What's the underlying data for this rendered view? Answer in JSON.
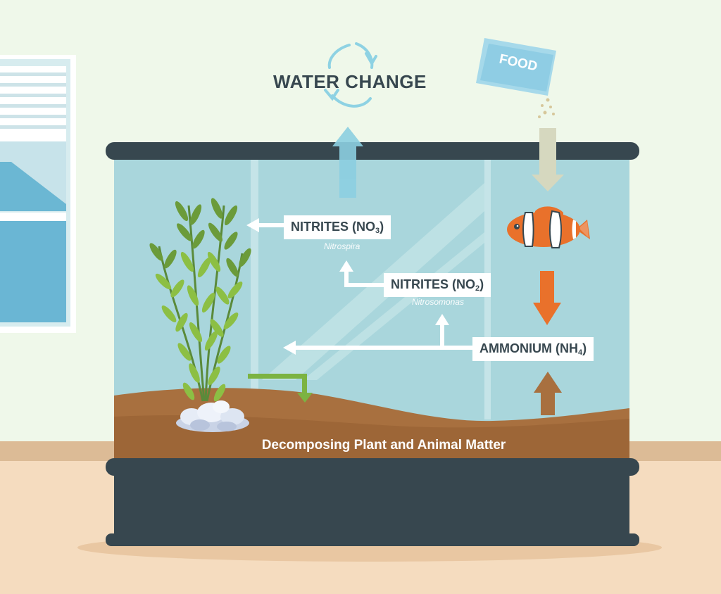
{
  "water_change": {
    "title": "WATER CHANGE"
  },
  "food": {
    "label": "FOOD"
  },
  "nitrate": {
    "label_main": "NITRITES (NO",
    "label_sub": "3",
    "label_close": ")",
    "bacteria": "Nitrospira"
  },
  "nitrite": {
    "label_main": "NITRITES (NO",
    "label_sub": "2",
    "label_close": ")",
    "bacteria": "Nitrosomonas"
  },
  "ammonium": {
    "label_main": "AMMONIUM (NH",
    "label_sub": "4",
    "label_close": ")"
  },
  "substrate": {
    "label": "Decomposing Plant and Animal Matter"
  },
  "colors": {
    "wall": "#eff8ea",
    "floor": "#f5dcbf",
    "tank_frame": "#37474f",
    "water": "#a9d6dc",
    "gravel": "#a8703f",
    "label_text": "#37474f",
    "ammonia_arrow": "#e9712b",
    "plant_arrow": "#7cb342",
    "cycle_arrow": "#8ed2e3"
  }
}
